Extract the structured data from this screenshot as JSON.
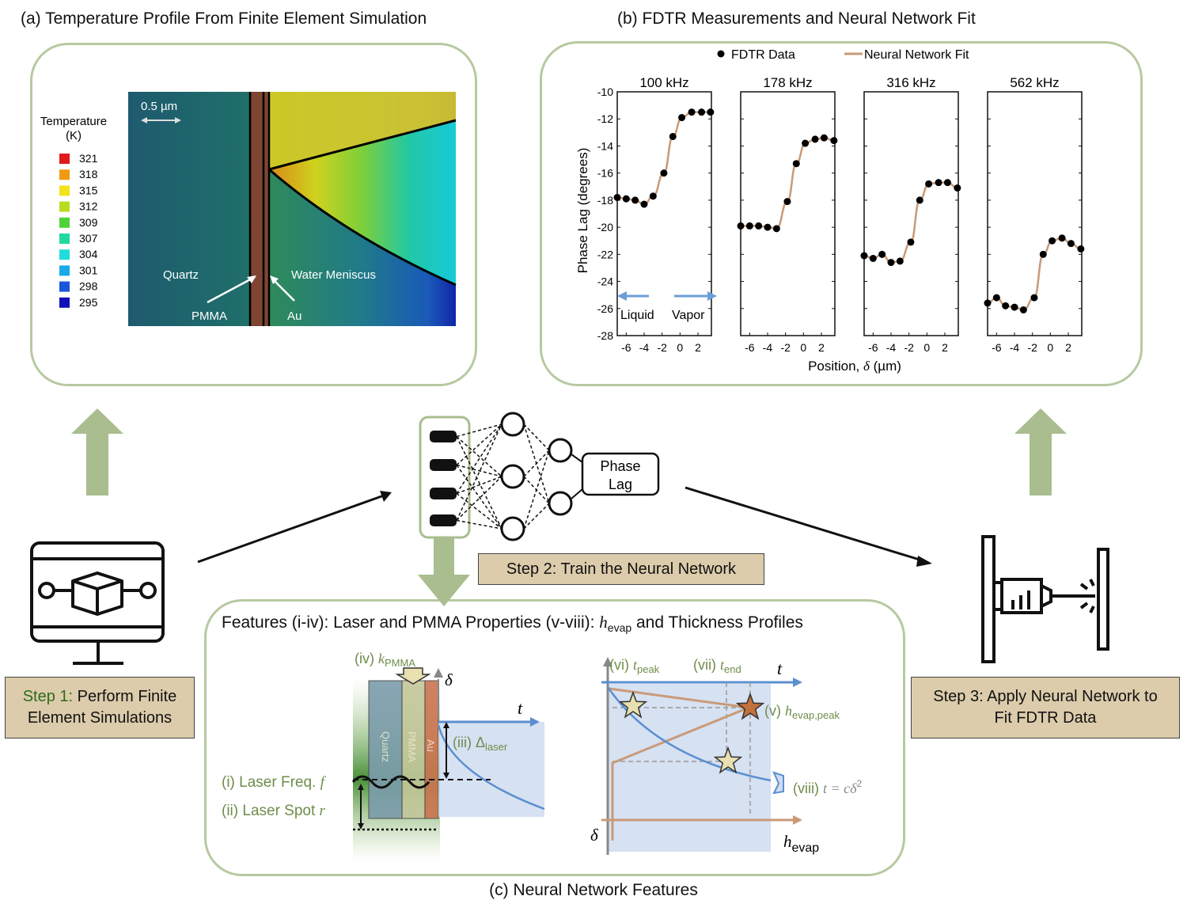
{
  "panel_a": {
    "title": "(a) Temperature Profile From Finite Element Simulation",
    "colorbar_title_1": "Temperature",
    "colorbar_title_2": "(K)",
    "colorbar": [
      {
        "label": "321",
        "color": "#e01a1a"
      },
      {
        "label": "318",
        "color": "#f09a12"
      },
      {
        "label": "315",
        "color": "#f2e21a"
      },
      {
        "label": "312",
        "color": "#b8dc1e"
      },
      {
        "label": "309",
        "color": "#4fd23a"
      },
      {
        "label": "307",
        "color": "#1ed9a0"
      },
      {
        "label": "304",
        "color": "#22dcdc"
      },
      {
        "label": "301",
        "color": "#1aa8e6"
      },
      {
        "label": "298",
        "color": "#1a56d8"
      },
      {
        "label": "295",
        "color": "#1212b8"
      }
    ],
    "scale_label": "0.5 µm",
    "quartz_label": "Quartz",
    "meniscus_label": "Water Meniscus",
    "pmma_label": "PMMA",
    "au_label": "Au"
  },
  "panel_b": {
    "title": "(b) FDTR Measurements and Neural Network Fit",
    "legend_data": "FDTR Data",
    "legend_fit": "Neural Network Fit",
    "ylabel": "Phase Lag (degrees)",
    "xlabel_prefix": "Position, ",
    "xlabel_symbol": "δ",
    "xlabel_suffix": " (µm)",
    "liquid_label": "Liquid",
    "vapor_label": "Vapor"
  },
  "chart_data": {
    "type": "scatter",
    "ylabel": "Phase Lag (degrees)",
    "xlabel": "Position, δ (µm)",
    "ylim": [
      -28,
      -10
    ],
    "xlim": [
      -7,
      3.5
    ],
    "yticks": [
      "-10",
      "-12",
      "-14",
      "-16",
      "-18",
      "-20",
      "-22",
      "-24",
      "-26",
      "-28"
    ],
    "xticks": [
      "-6",
      "-4",
      "-2",
      "0",
      "2"
    ],
    "series_names": [
      "FDTR Data",
      "Neural Network Fit"
    ],
    "subplots": [
      {
        "title": "100 kHz",
        "x": [
          -7,
          -6,
          -5,
          -4,
          -3,
          -1.8,
          -0.8,
          0.2,
          1.3,
          2.4,
          3.4
        ],
        "y": [
          -17.8,
          -17.9,
          -18.0,
          -18.3,
          -17.7,
          -16.0,
          -13.3,
          -11.9,
          -11.5,
          -11.5,
          -11.5
        ]
      },
      {
        "title": "178 kHz",
        "x": [
          -7,
          -6,
          -5,
          -4,
          -3,
          -1.8,
          -0.8,
          0.2,
          1.3,
          2.3,
          3.4
        ],
        "y": [
          -19.9,
          -19.9,
          -19.9,
          -20.0,
          -20.1,
          -18.1,
          -15.3,
          -13.8,
          -13.5,
          -13.4,
          -13.6
        ]
      },
      {
        "title": "316 kHz",
        "x": [
          -7,
          -6,
          -5,
          -4,
          -3,
          -1.8,
          -0.8,
          0.2,
          1.3,
          2.3,
          3.4
        ],
        "y": [
          -22.1,
          -22.3,
          -22.0,
          -22.6,
          -22.5,
          -21.1,
          -18.0,
          -16.8,
          -16.7,
          -16.7,
          -17.1
        ]
      },
      {
        "title": "562 kHz",
        "x": [
          -7,
          -6,
          -5,
          -4,
          -3,
          -1.8,
          -0.8,
          0.2,
          1.3,
          2.3,
          3.4
        ],
        "y": [
          -25.6,
          -25.2,
          -25.8,
          -25.9,
          -26.1,
          -25.2,
          -22.0,
          -21.0,
          -20.8,
          -21.2,
          -21.6
        ]
      }
    ],
    "fit_colors": {
      "data": "#000000",
      "fit": "#c99a78"
    }
  },
  "nn": {
    "output_line1": "Phase",
    "output_line2": "Lag"
  },
  "steps": {
    "step1_prefix": "Step 1:",
    "step1_text": " Perform Finite",
    "step1_line2": "Element Simulations",
    "step2": "Step 2: Train the Neural Network",
    "step3_line1": "Step 3: Apply Neural Network to",
    "step3_line2": "Fit FDTR Data"
  },
  "panel_c": {
    "caption": "(c) Neural Network Features",
    "header_prefix": "Features (i-iv): Laser and PMMA Properties  (v-viii): ",
    "header_h": "h",
    "header_sub": "evap",
    "header_suffix": " and Thickness Profiles",
    "k_label": "(iv) ",
    "k_sym": "k",
    "k_sub": "PMMA",
    "delta_sym": "δ",
    "t_sym": "t",
    "quartz": "Quartz",
    "pmma": "PMMA",
    "au": "Au",
    "delta_laser_prefix": "(iii) Δ",
    "delta_laser_sub": "laser",
    "laser_freq": "(i) Laser Freq. ",
    "laser_freq_sym": "f",
    "laser_spot": "(ii) Laser Spot ",
    "laser_spot_sym": "r",
    "vi_prefix": "(vi) ",
    "vi_sym": "t",
    "vi_sub": "peak",
    "vii_prefix": "(vii) ",
    "vii_sym": "t",
    "vii_sub": "end",
    "v_prefix": "(v) ",
    "v_sym": "h",
    "v_sub": "evap,peak",
    "viii_prefix": "(viii) ",
    "viii_eq": "t = cδ",
    "viii_exp": "2",
    "h_sym": "h",
    "h_sub": "evap"
  },
  "colors": {
    "panel_border": "#b7c9a0",
    "step_fill": "#dcccab",
    "arrow_green": "#a9bd8f",
    "label_green": "#6e8c4a",
    "blue_axis": "#5b8fd0",
    "fit_tan": "#c99a78"
  }
}
